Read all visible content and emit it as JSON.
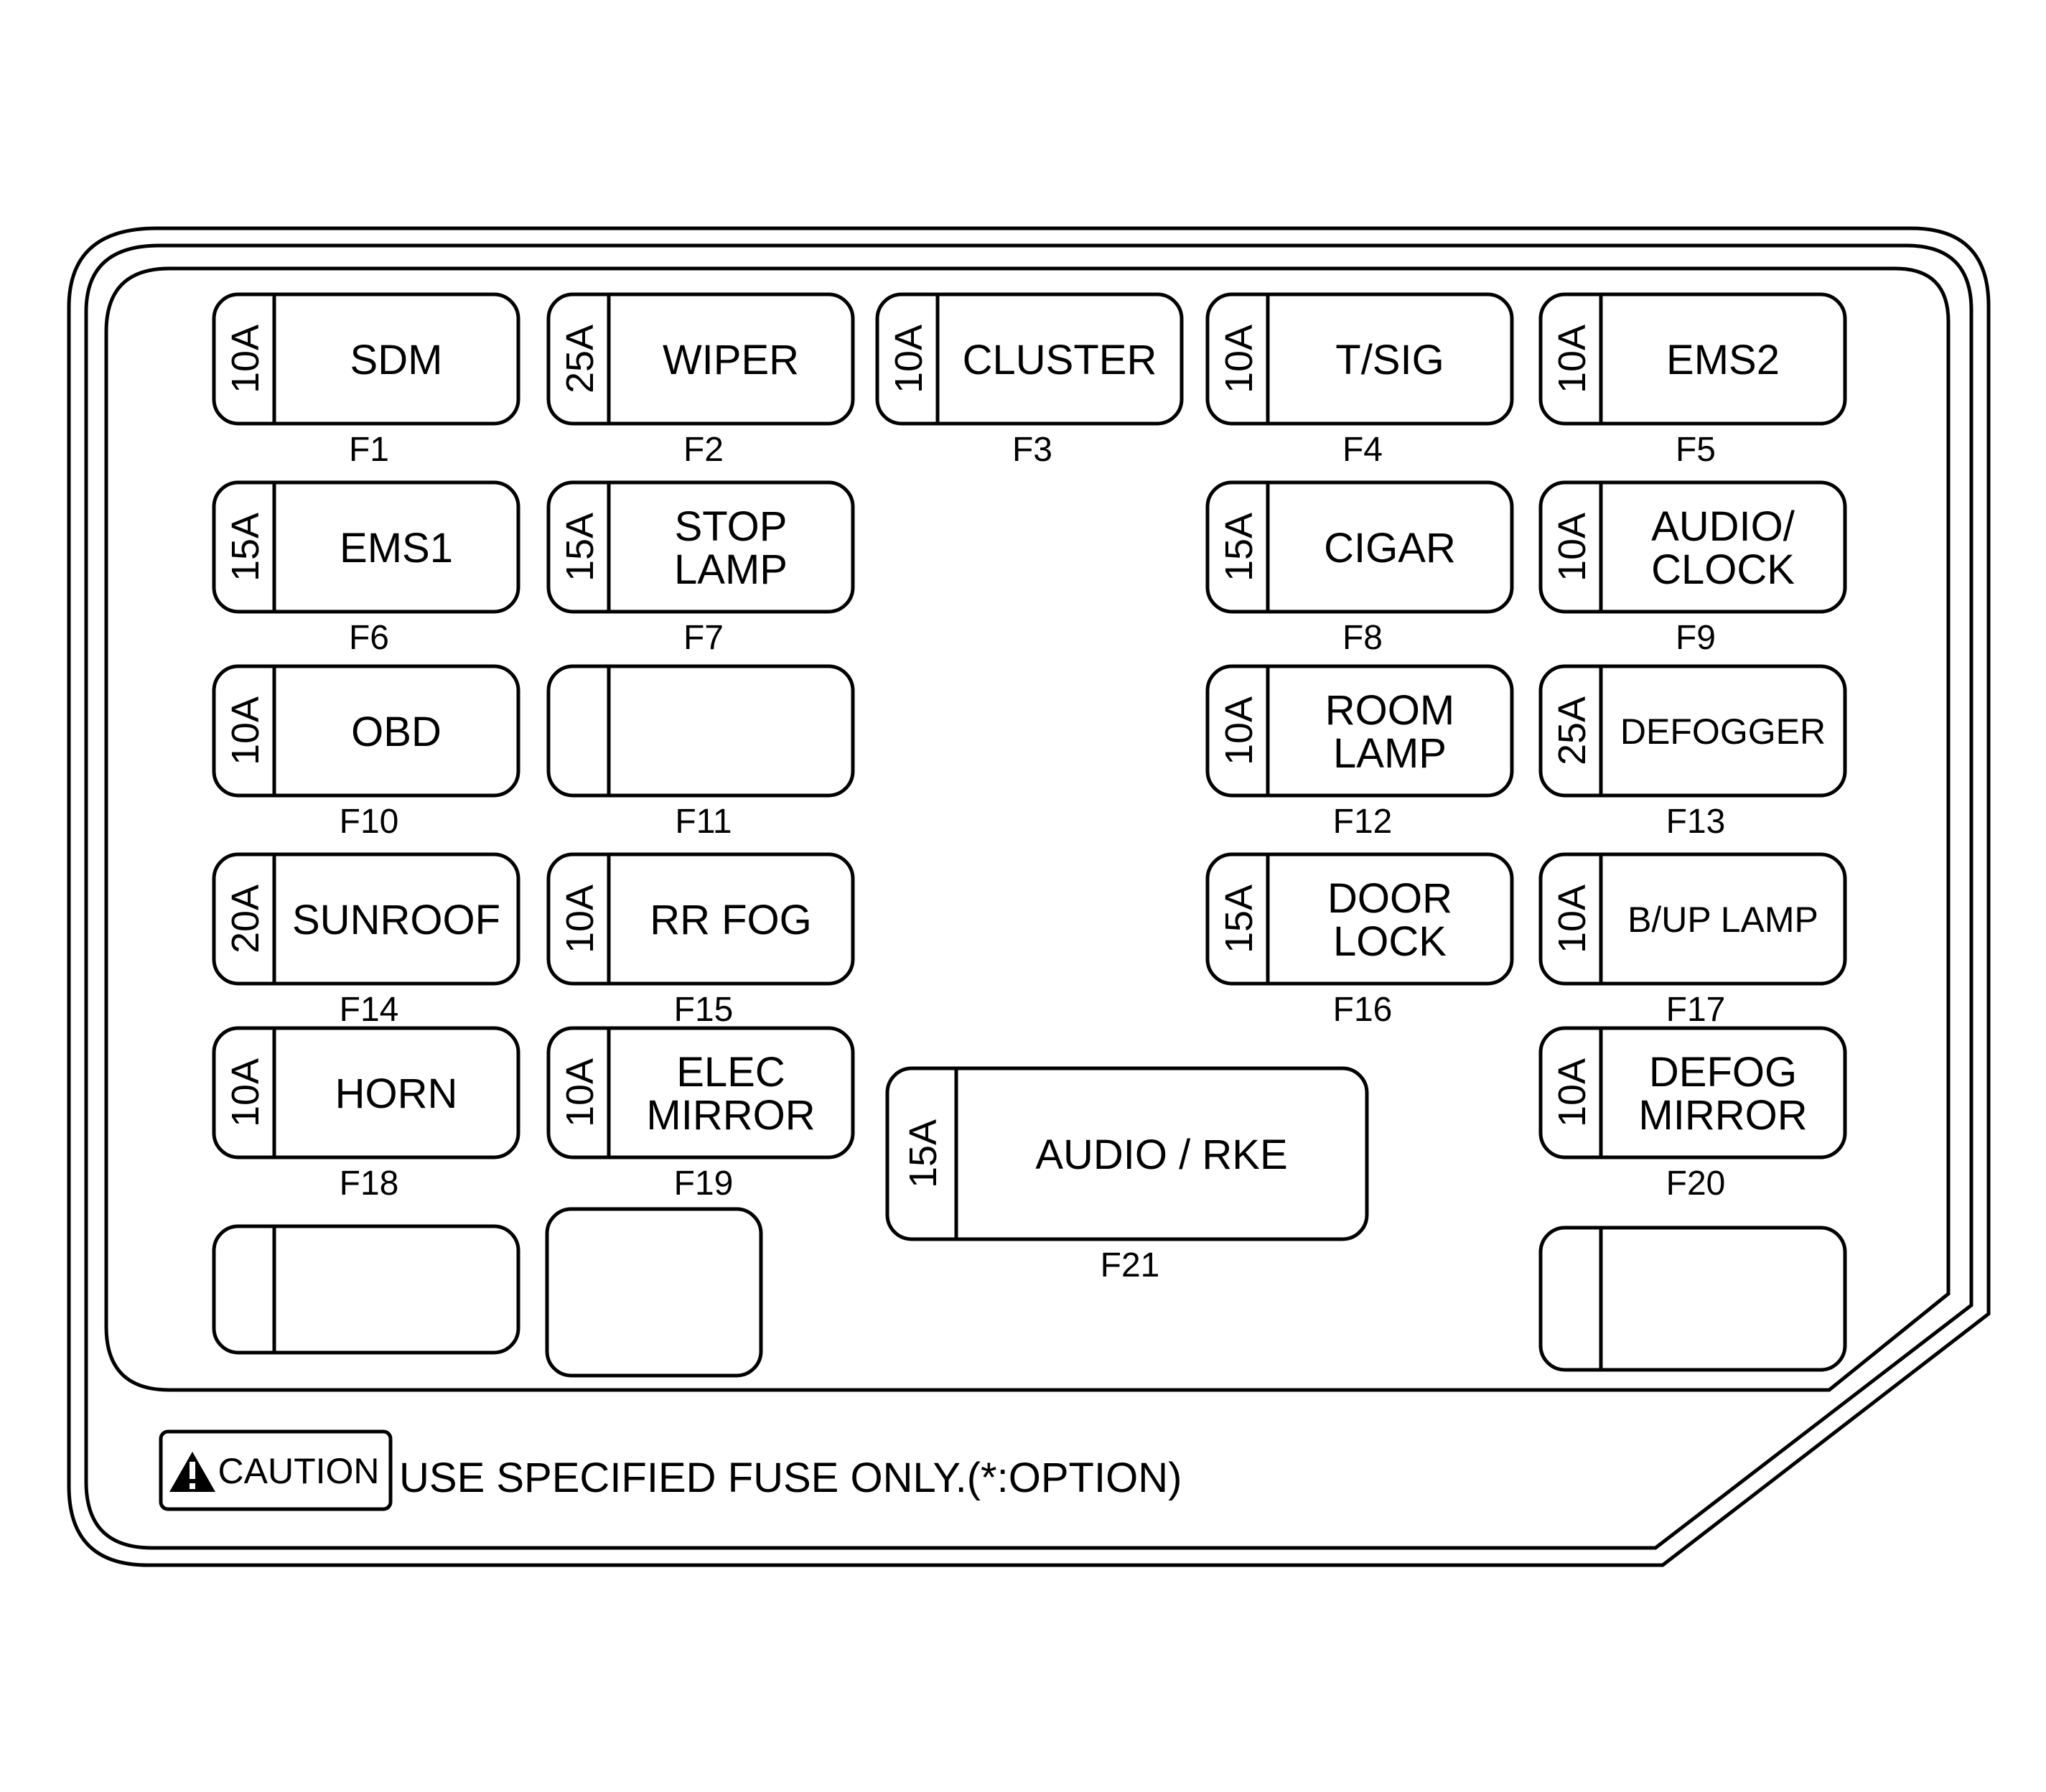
{
  "fuses": [
    {
      "id": "F1",
      "rating": "10A",
      "lines": [
        "SDM"
      ]
    },
    {
      "id": "F2",
      "rating": "25A",
      "lines": [
        "WIPER"
      ]
    },
    {
      "id": "F3",
      "rating": "10A",
      "lines": [
        "CLUSTER"
      ]
    },
    {
      "id": "F4",
      "rating": "10A",
      "lines": [
        "T/SIG"
      ]
    },
    {
      "id": "F5",
      "rating": "10A",
      "lines": [
        "EMS2"
      ]
    },
    {
      "id": "F6",
      "rating": "15A",
      "lines": [
        "EMS1"
      ]
    },
    {
      "id": "F7",
      "rating": "15A",
      "lines": [
        "STOP",
        "LAMP"
      ]
    },
    {
      "id": "F8",
      "rating": "15A",
      "lines": [
        "CIGAR"
      ]
    },
    {
      "id": "F9",
      "rating": "10A",
      "lines": [
        "AUDIO/",
        "CLOCK"
      ]
    },
    {
      "id": "F10",
      "rating": "10A",
      "lines": [
        "OBD"
      ]
    },
    {
      "id": "F11",
      "rating": "",
      "lines": []
    },
    {
      "id": "F12",
      "rating": "10A",
      "lines": [
        "ROOM",
        "LAMP"
      ]
    },
    {
      "id": "F13",
      "rating": "25A",
      "lines": [
        "DEFOGGER"
      ]
    },
    {
      "id": "F14",
      "rating": "20A",
      "lines": [
        "SUNROOF"
      ]
    },
    {
      "id": "F15",
      "rating": "10A",
      "lines": [
        "RR FOG"
      ]
    },
    {
      "id": "F16",
      "rating": "15A",
      "lines": [
        "DOOR",
        "LOCK"
      ]
    },
    {
      "id": "F17",
      "rating": "10A",
      "lines": [
        "B/UP LAMP"
      ]
    },
    {
      "id": "F18",
      "rating": "10A",
      "lines": [
        "HORN"
      ]
    },
    {
      "id": "F19",
      "rating": "10A",
      "lines": [
        "ELEC",
        "MIRROR"
      ]
    },
    {
      "id": "F20",
      "rating": "10A",
      "lines": [
        "DEFOG",
        "MIRROR"
      ]
    },
    {
      "id": "F21",
      "rating": "15A",
      "lines": [
        "AUDIO / RKE"
      ]
    }
  ],
  "caution": {
    "badge": "CAUTION",
    "message": "USE SPECIFIED FUSE ONLY.(*:OPTION)"
  }
}
